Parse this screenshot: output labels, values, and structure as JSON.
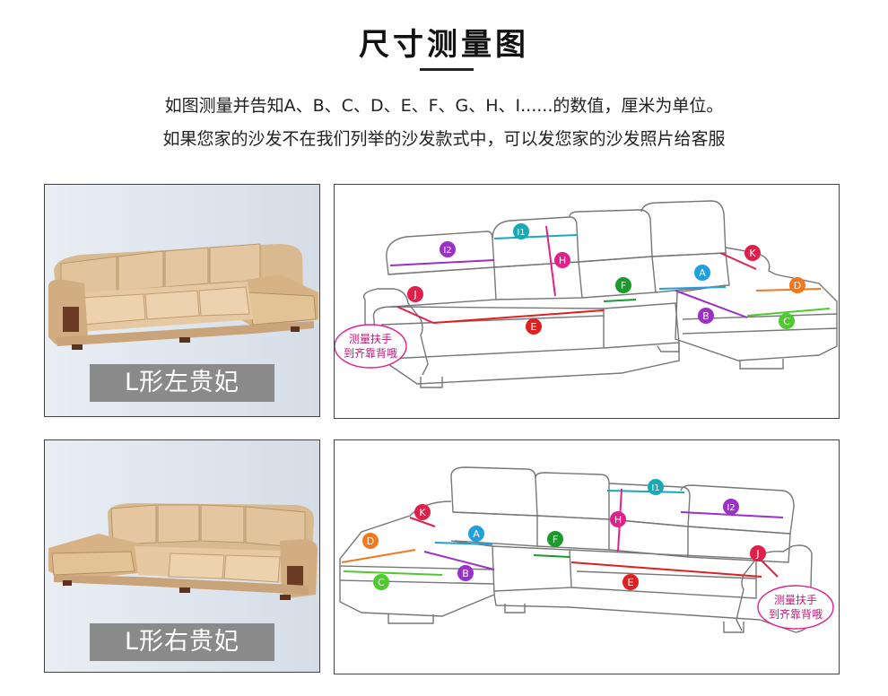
{
  "header": {
    "title": "尺寸测量图",
    "instruction_1": "如图测量并告知A、B、C、D、E、F、G、H、I......的数值，厘米为单位。",
    "instruction_2": "如果您家的沙发不在我们列举的沙发款式中，可以发您家的沙发照片给客服"
  },
  "panels": [
    {
      "label": "L形左贵妃"
    },
    {
      "label": "L形右贵妃"
    }
  ],
  "diagram": {
    "armrest_note_line1": "测量扶手",
    "armrest_note_line2": "到齐靠背哦",
    "markers": {
      "I2": "I2",
      "I1": "I1",
      "H": "H",
      "J": "J",
      "E": "E",
      "F": "F",
      "A": "A",
      "K": "K",
      "D": "D",
      "B": "B",
      "C": "C"
    },
    "colors": {
      "I2": "#9b30c8",
      "I1": "#1aa8b8",
      "H": "#e0208c",
      "J": "#e0204a",
      "E": "#e02020",
      "F": "#1c9a2c",
      "A": "#20a0e0",
      "K": "#e0204a",
      "D": "#f07820",
      "B": "#9b30c8",
      "C": "#50c830"
    }
  }
}
